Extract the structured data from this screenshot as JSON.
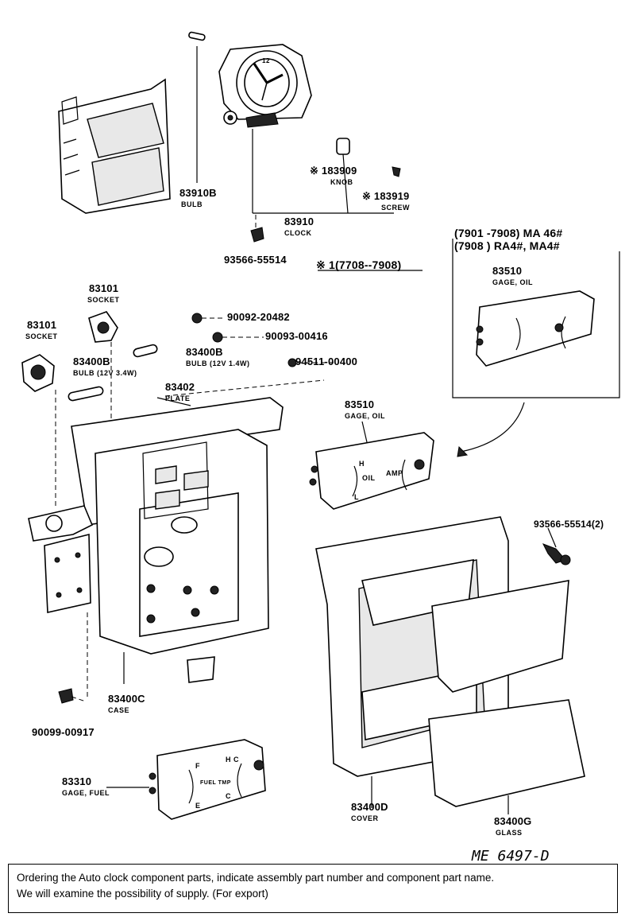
{
  "parts": {
    "p83910b": {
      "code": "83910B",
      "name": "BULB"
    },
    "p183909": {
      "code": "※ 183909",
      "name": "KNOB"
    },
    "p183919": {
      "code": "※ 183919",
      "name": "SCREW"
    },
    "p83910": {
      "code": "83910",
      "name": "CLOCK"
    },
    "p93566a": {
      "code": "93566-55514"
    },
    "remark": "※ 1(7708--7908)",
    "p83101a": {
      "code": "83101",
      "name": "SOCKET"
    },
    "p83101b": {
      "code": "83101",
      "name": "SOCKET"
    },
    "p90092": {
      "code": "90092-20482"
    },
    "p90093": {
      "code": "90093-00416"
    },
    "p94511": {
      "code": "94511-00400"
    },
    "p83400b1": {
      "code": "83400B",
      "name": "BULB (12V 3.4W)"
    },
    "p83400b2": {
      "code": "83400B",
      "name": "BULB (12V 1.4W)"
    },
    "p83402": {
      "code": "83402",
      "name": "PLATE"
    },
    "variant1": "(7901 -7908) MA 46#",
    "variant2": "(7908         ) RA4#, MA4#",
    "p83510a": {
      "code": "83510",
      "name": "GAGE, OIL"
    },
    "p83510b": {
      "code": "83510",
      "name": "GAGE, OIL"
    },
    "p93566b": {
      "code": "93566-55514(2)"
    },
    "p83400c": {
      "code": "83400C",
      "name": "CASE"
    },
    "p90099": {
      "code": "90099-00917"
    },
    "p83310": {
      "code": "83310",
      "name": "GAGE, FUEL"
    },
    "p83400d": {
      "code": "83400D",
      "name": "COVER"
    },
    "p83400g": {
      "code": "83400G",
      "name": "GLASS"
    }
  },
  "gauge_text": {
    "h": "H",
    "l": "L",
    "oil": "OIL",
    "amp": "AMP",
    "f": "F",
    "e": "E",
    "hc": "H C",
    "c": "C",
    "fuel_temp": "FUEL TMP",
    "n12": "12"
  },
  "reference": "ME 6497-D",
  "note": {
    "line1": "Ordering the Auto clock component parts, indicate assembly part number and component part name.",
    "line2": "We will examine the possibility of supply. (For export)"
  }
}
